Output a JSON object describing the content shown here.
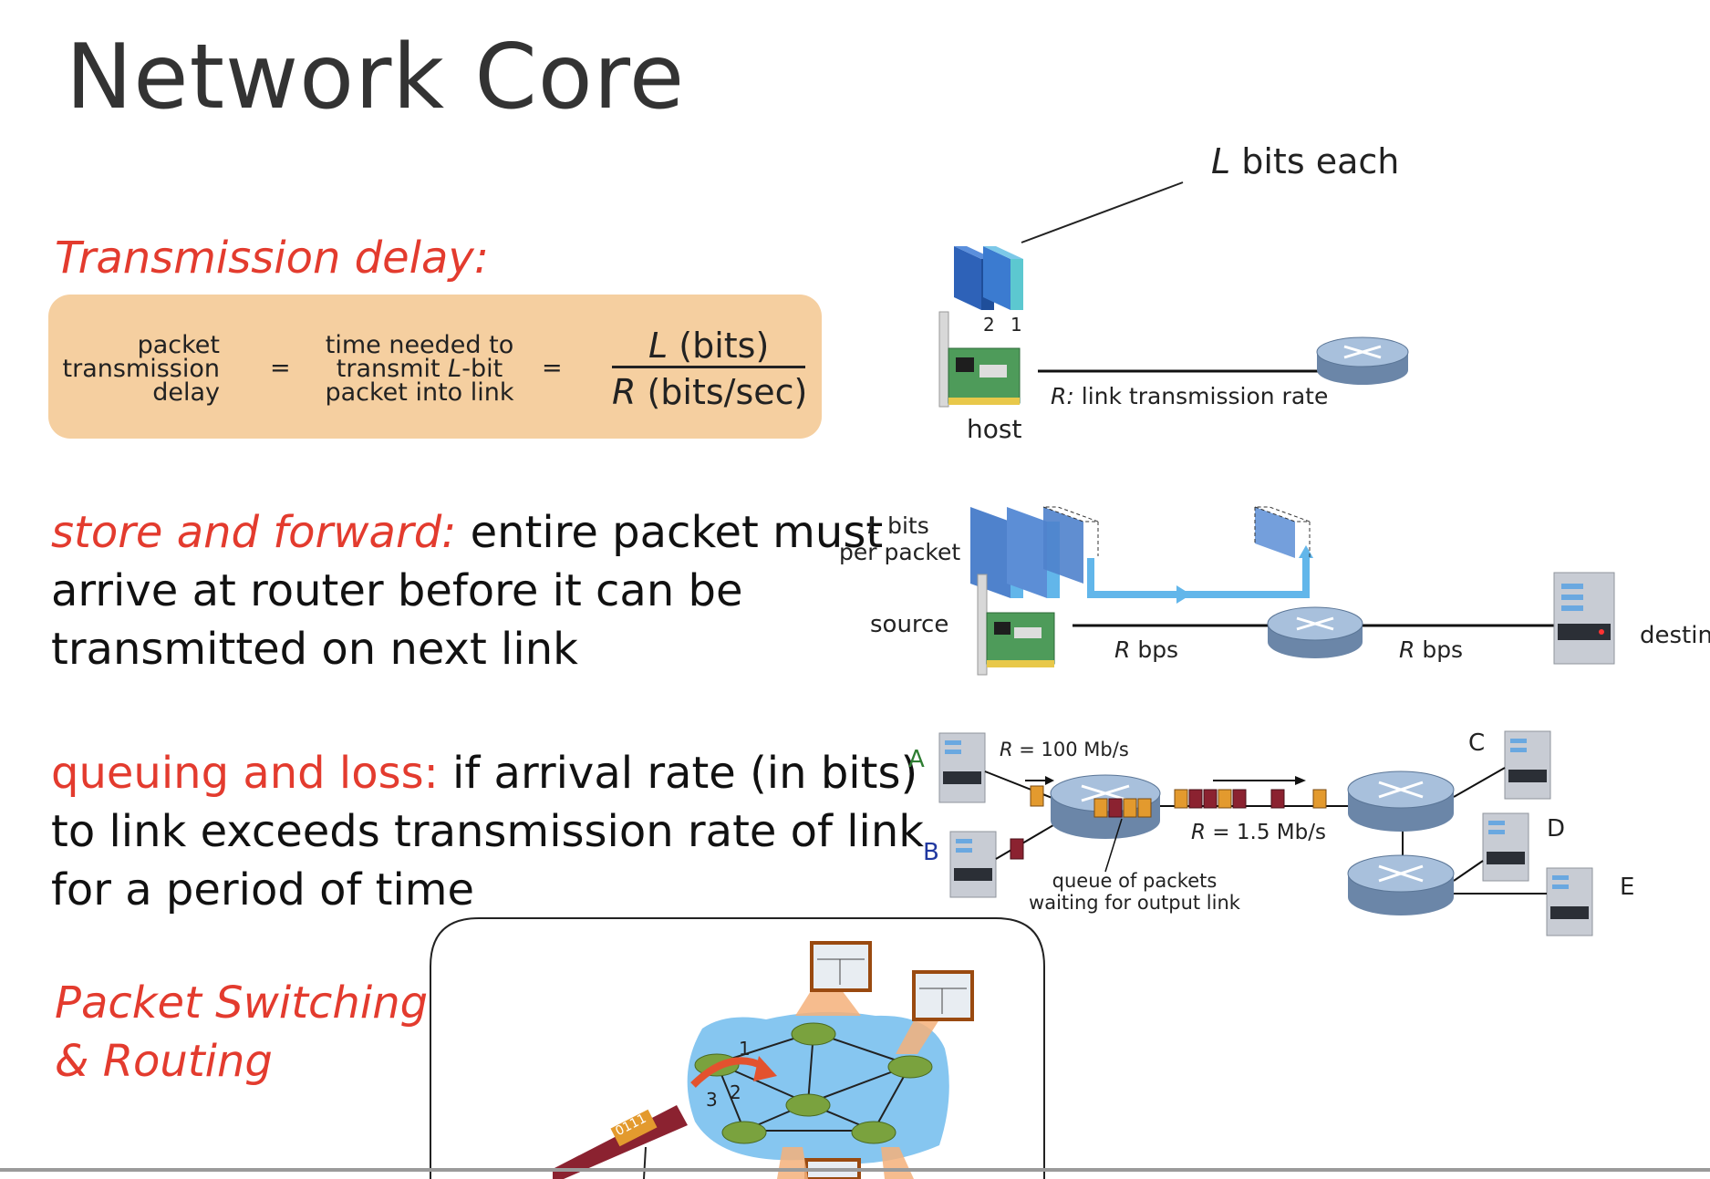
{
  "slide": {
    "title": "Network Core"
  },
  "transmission": {
    "heading": "Transmission delay:",
    "formula": {
      "left_line1": "packet",
      "left_line2": "transmission",
      "left_line3": "delay",
      "equals1": "=",
      "middle_line1": "time needed to",
      "middle_line2a": "transmit ",
      "middle_line2b": "L",
      "middle_line2c": "-bit",
      "middle_line3": "packet into link",
      "equals2": "=",
      "numerator_var": "L",
      "numerator_unit": " (bits)",
      "denominator_var": "R",
      "denominator_unit": " (bits/sec)"
    },
    "diagram": {
      "bits_each_var": "L",
      "bits_each_text": " bits each",
      "packet_num_2": "2",
      "packet_num_1": "1",
      "host_label": "host",
      "rate_var": "R:",
      "rate_text": " link transmission rate"
    }
  },
  "store_forward": {
    "heading": "store and forward:",
    "text_first": " entire packet must",
    "text_line2": "arrive at router before it can be",
    "text_line3": "transmitted on next link",
    "diagram": {
      "bits_var": "L",
      "bits_line1": " bits",
      "bits_line2": "per packet",
      "source_label": "source",
      "rate1_var": "R",
      "rate1_text": " bps",
      "rate2_var": "R",
      "rate2_text": " bps",
      "dest_label": "destin"
    }
  },
  "queuing": {
    "heading": "queuing and loss:",
    "text_first": " if arrival rate (in bits)",
    "text_line2": "to link exceeds transmission rate of link",
    "text_line3": "for a period of time",
    "diagram": {
      "host_a": "A",
      "host_b": "B",
      "host_c": "C",
      "host_d": "D",
      "host_e": "E",
      "rate_in_var": "R",
      "rate_in_text": " = 100 Mb/s",
      "rate_out_var": "R",
      "rate_out_text": " = 1.5 Mb/s",
      "queue_line1": "queue of packets",
      "queue_line2": "waiting for output link"
    }
  },
  "routing": {
    "heading_line1": "Packet Switching",
    "heading_line2": " & Routing",
    "diagram": {
      "port_1": "1",
      "port_2": "2",
      "port_3": "3",
      "packet_header": "0111"
    }
  },
  "colors": {
    "accent_red": "#E33B2E",
    "formula_bg": "#F5CFA0",
    "router_blue": "#8FA8C8",
    "packet_blue": "#3B7BD0",
    "packet_teal": "#5CC8D0",
    "flow_blue": "#62B6EA",
    "cloud_blue": "#86C6F0",
    "router_green": "#7AA23E",
    "packet_orange": "#E39A2E",
    "packet_maroon": "#8B2230"
  }
}
